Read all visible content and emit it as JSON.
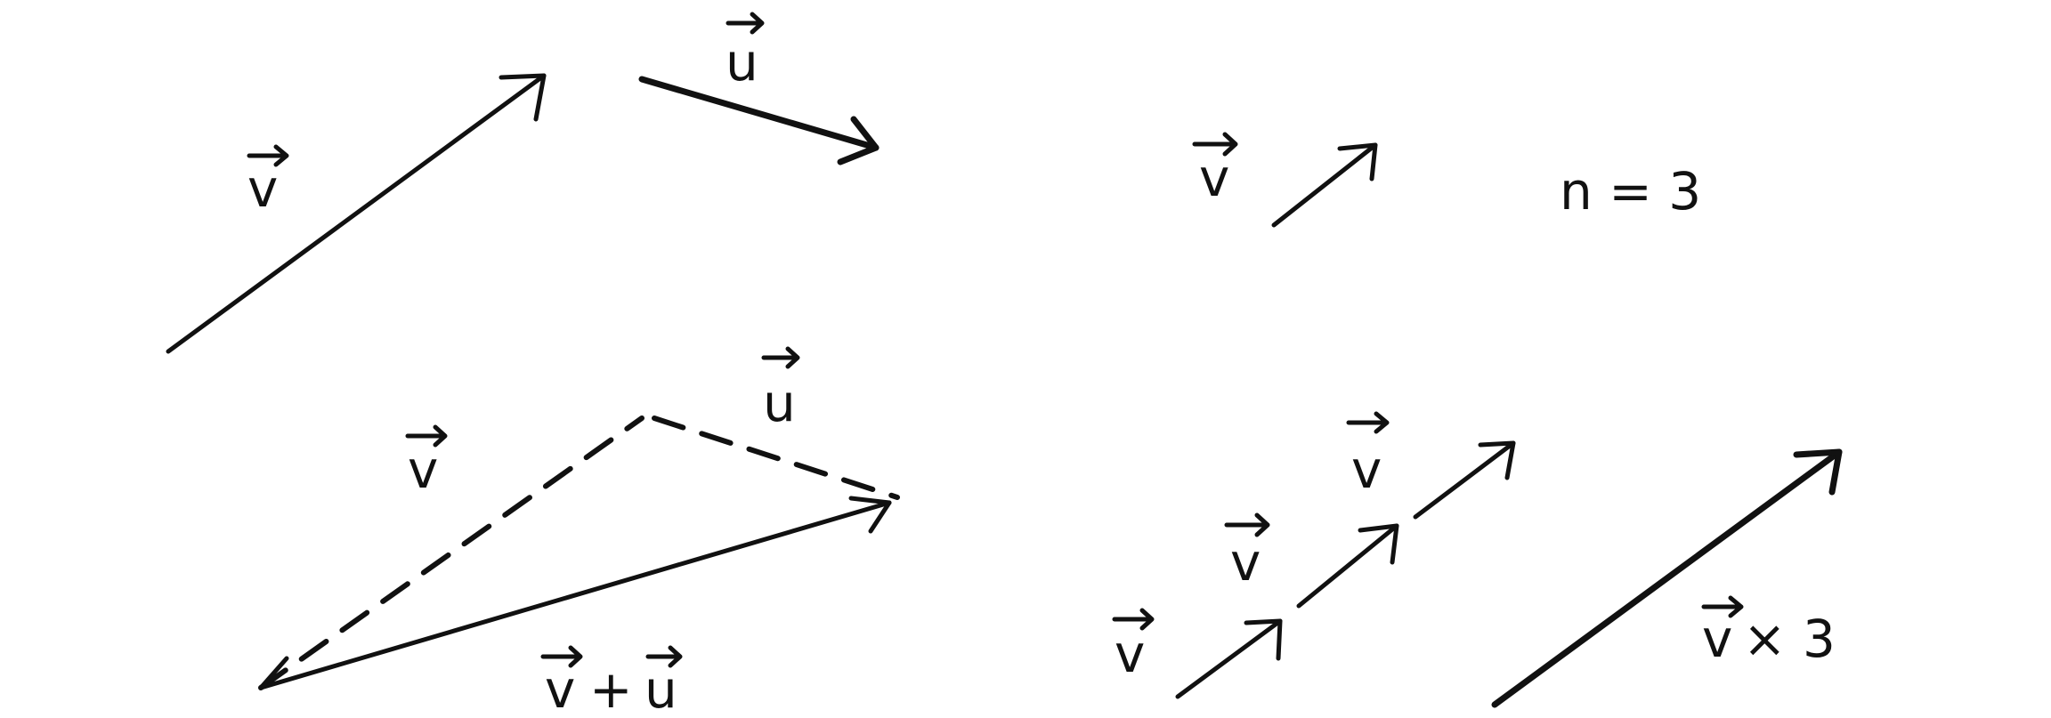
{
  "ink_color": "#111111",
  "panels": {
    "vectors": {
      "v_label": "v",
      "u_label": "u"
    },
    "scalar": {
      "v_label": "v",
      "n_label": "n = 3"
    },
    "addition": {
      "v_label": "v",
      "u_label": "u",
      "sum_label_v": "v",
      "sum_label_plus": "+",
      "sum_label_u": "u"
    },
    "scaled": {
      "v_labels": [
        "v",
        "v",
        "v"
      ],
      "result_label_v": "v",
      "result_label_rest": "× 3"
    }
  }
}
